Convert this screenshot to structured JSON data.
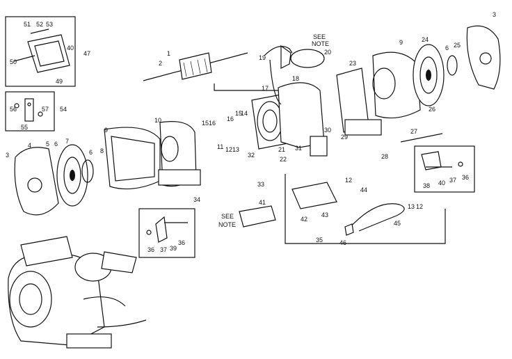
{
  "diagram": {
    "callouts": [
      {
        "id": "c1",
        "text": "1"
      },
      {
        "id": "c2",
        "text": "2"
      },
      {
        "id": "c3a",
        "text": "3"
      },
      {
        "id": "c3b",
        "text": "3"
      },
      {
        "id": "c4",
        "text": "4"
      },
      {
        "id": "c5",
        "text": "5"
      },
      {
        "id": "c6a",
        "text": "6"
      },
      {
        "id": "c6b",
        "text": "6"
      },
      {
        "id": "c6c",
        "text": "6"
      },
      {
        "id": "c7",
        "text": "7"
      },
      {
        "id": "c8",
        "text": "8"
      },
      {
        "id": "c9a",
        "text": "9"
      },
      {
        "id": "c9b",
        "text": "9"
      },
      {
        "id": "c10",
        "text": "10"
      },
      {
        "id": "c11",
        "text": "11"
      },
      {
        "id": "c12a",
        "text": "12"
      },
      {
        "id": "c12b",
        "text": "12"
      },
      {
        "id": "c12c",
        "text": "12"
      },
      {
        "id": "c13a",
        "text": "13"
      },
      {
        "id": "c13b",
        "text": "13"
      },
      {
        "id": "c14",
        "text": "14"
      },
      {
        "id": "c15a",
        "text": "15"
      },
      {
        "id": "c15b",
        "text": "15"
      },
      {
        "id": "c16a",
        "text": "16"
      },
      {
        "id": "c16b",
        "text": "16"
      },
      {
        "id": "c17",
        "text": "17"
      },
      {
        "id": "c18",
        "text": "18"
      },
      {
        "id": "c19",
        "text": "19"
      },
      {
        "id": "c20",
        "text": "20"
      },
      {
        "id": "c21",
        "text": "21"
      },
      {
        "id": "c22",
        "text": "22"
      },
      {
        "id": "c23",
        "text": "23"
      },
      {
        "id": "c24",
        "text": "24"
      },
      {
        "id": "c25",
        "text": "25"
      },
      {
        "id": "c26",
        "text": "26"
      },
      {
        "id": "c27",
        "text": "27"
      },
      {
        "id": "c28",
        "text": "28"
      },
      {
        "id": "c29",
        "text": "29"
      },
      {
        "id": "c30",
        "text": "30"
      },
      {
        "id": "c31",
        "text": "31"
      },
      {
        "id": "c32",
        "text": "32"
      },
      {
        "id": "c33",
        "text": "33"
      },
      {
        "id": "c34",
        "text": "34"
      },
      {
        "id": "c35",
        "text": "35"
      },
      {
        "id": "c36a",
        "text": "36"
      },
      {
        "id": "c36b",
        "text": "36"
      },
      {
        "id": "c36c",
        "text": "36"
      },
      {
        "id": "c37a",
        "text": "37"
      },
      {
        "id": "c37b",
        "text": "37"
      },
      {
        "id": "c38",
        "text": "38"
      },
      {
        "id": "c39",
        "text": "39"
      },
      {
        "id": "c40a",
        "text": "40"
      },
      {
        "id": "c40b",
        "text": "40"
      },
      {
        "id": "c41",
        "text": "41"
      },
      {
        "id": "c42",
        "text": "42"
      },
      {
        "id": "c43",
        "text": "43"
      },
      {
        "id": "c44",
        "text": "44"
      },
      {
        "id": "c45",
        "text": "45"
      },
      {
        "id": "c46",
        "text": "46"
      },
      {
        "id": "c47",
        "text": "47"
      },
      {
        "id": "c49",
        "text": "49"
      },
      {
        "id": "c50",
        "text": "50"
      },
      {
        "id": "c51",
        "text": "51"
      },
      {
        "id": "c52",
        "text": "52"
      },
      {
        "id": "c53",
        "text": "53"
      },
      {
        "id": "c54",
        "text": "54"
      },
      {
        "id": "c55",
        "text": "55"
      },
      {
        "id": "c56",
        "text": "56"
      },
      {
        "id": "c57",
        "text": "57"
      }
    ],
    "see_note_labels": [
      {
        "id": "note_top",
        "lines": [
          "SEE",
          "NOTE"
        ]
      },
      {
        "id": "note_bottom",
        "lines": [
          "SEE",
          "NOTE"
        ]
      }
    ]
  }
}
